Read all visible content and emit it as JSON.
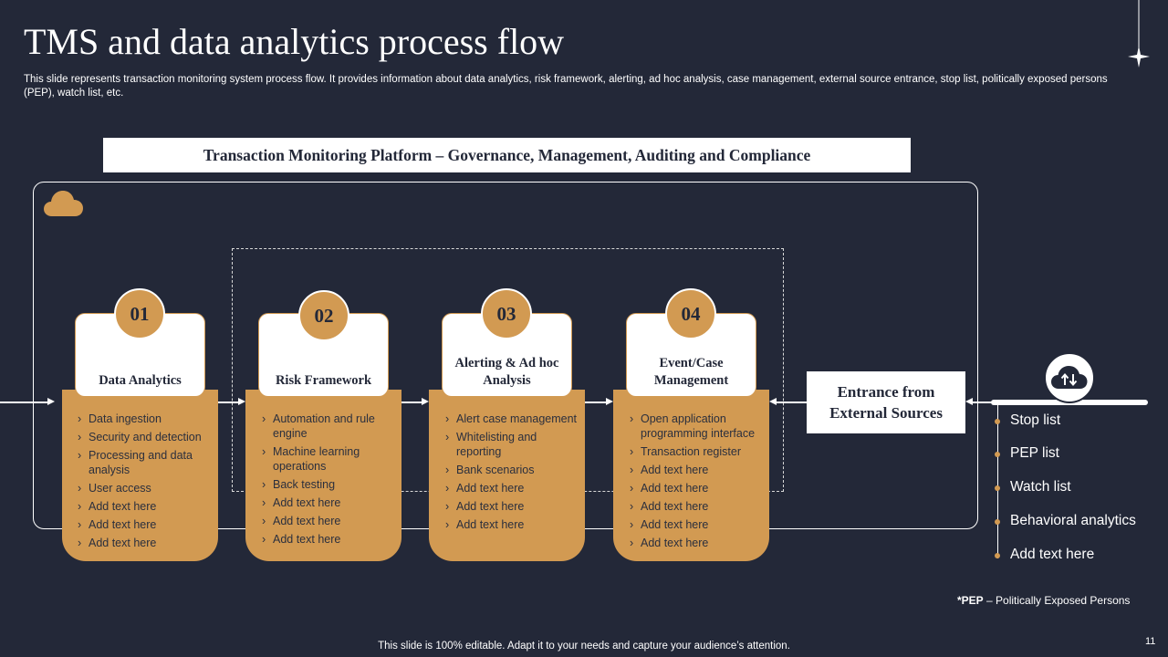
{
  "title": "TMS and data analytics process flow",
  "subtitle": "This slide represents transaction monitoring system process flow. It provides information about data analytics, risk framework, alerting, ad hoc analysis, case management, external source entrance, stop list, politically exposed persons (PEP), watch list, etc.",
  "platform_banner": "Transaction Monitoring Platform – Governance, Management, Auditing and Compliance",
  "icons": {
    "corner": "cloud-icon",
    "sources": "cloud-transfer-icon",
    "decoration": "sparkle-icon"
  },
  "colors": {
    "background": "#232838",
    "accent": "#d29a52",
    "card": "#ffffff"
  },
  "stages": [
    {
      "number": "01",
      "label": "Data Analytics",
      "items": [
        "Data ingestion",
        "Security and detection",
        "Processing and data analysis",
        "User access",
        "Add text here",
        "Add text here",
        "Add text here"
      ]
    },
    {
      "number": "02",
      "label": "Risk Framework",
      "items": [
        "Automation and rule engine",
        "Machine learning operations",
        "Back testing",
        "Add text here",
        "Add text here",
        "Add text here"
      ]
    },
    {
      "number": "03",
      "label": "Alerting & Ad hoc Analysis",
      "items": [
        "Alert case management",
        "Whitelisting and reporting",
        "Bank scenarios",
        "Add text here",
        "Add text here",
        "Add text here"
      ]
    },
    {
      "number": "04",
      "label": "Event/Case Management",
      "items": [
        "Open application programming interface",
        "Transaction register",
        "Add text here",
        "Add text here",
        "Add text here",
        "Add text here",
        "Add text here"
      ]
    }
  ],
  "external_sources": {
    "label": "Entrance from External Sources",
    "items": [
      "Stop list",
      "PEP list",
      "Watch list",
      "Behavioral analytics",
      "Add text here"
    ]
  },
  "footnote": {
    "abbr": "*PEP",
    "text": " – Politically Exposed Persons"
  },
  "footer": "This slide is 100% editable. Adapt it to your needs and capture your audience’s attention.",
  "page_number": "11"
}
